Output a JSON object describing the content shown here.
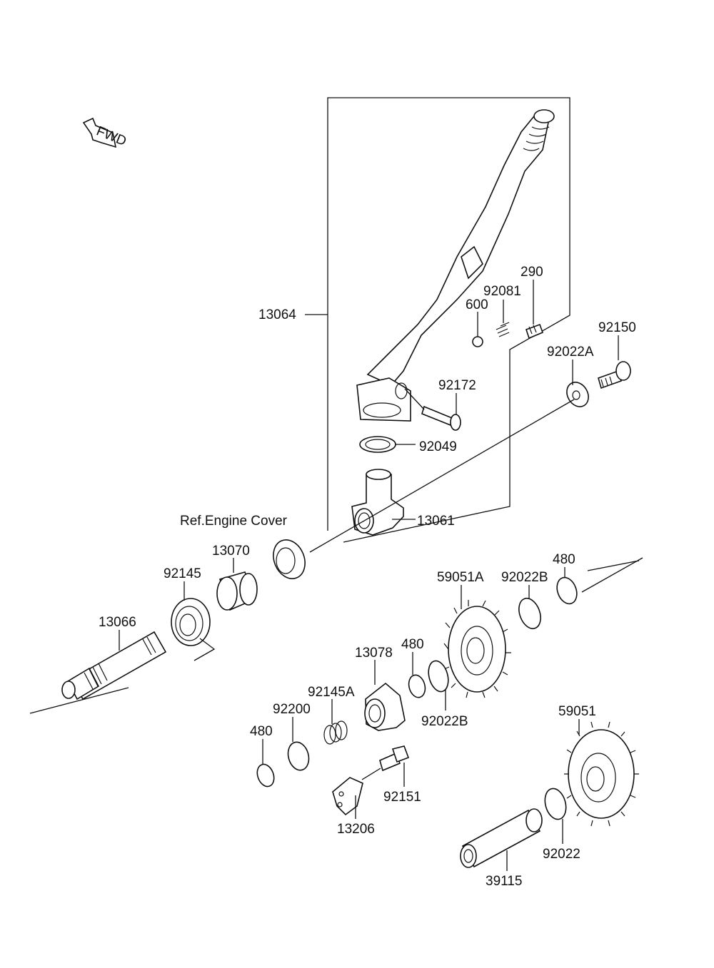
{
  "fwd_label": "FWD",
  "ref_label": "Ref.Engine Cover",
  "parts": {
    "p13064": "13064",
    "p600": "600",
    "p92081": "92081",
    "p290": "290",
    "p92150": "92150",
    "p92022A": "92022A",
    "p92172": "92172",
    "p92049": "92049",
    "p13061": "13061",
    "p13070": "13070",
    "p92145": "92145",
    "p13066": "13066",
    "p59051A": "59051A",
    "p92022B_top": "92022B",
    "p480_top": "480",
    "p13078": "13078",
    "p480_mid": "480",
    "p92022B_mid": "92022B",
    "p92145A": "92145A",
    "p92200": "92200",
    "p480_low": "480",
    "p92151": "92151",
    "p13206": "13206",
    "p59051": "59051",
    "p92022": "92022",
    "p39115": "39115"
  }
}
